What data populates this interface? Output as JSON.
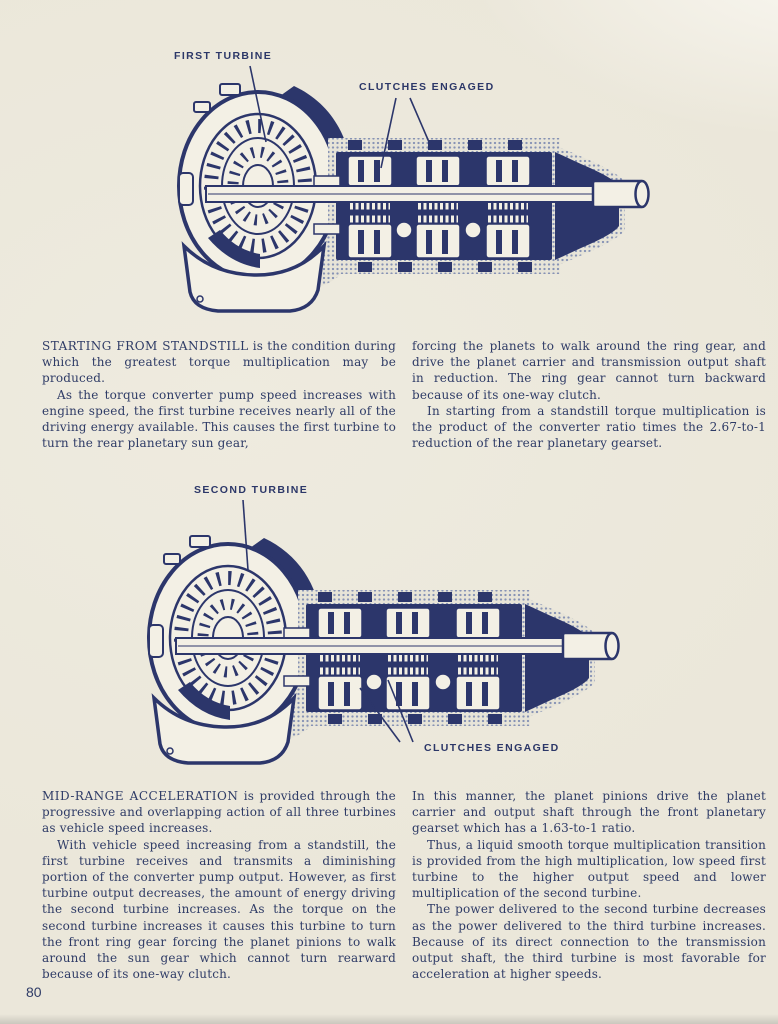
{
  "page": {
    "number": "80"
  },
  "colors": {
    "ink": "#2c366b",
    "paper": "#ebe7da",
    "halftone": "#8793b5"
  },
  "figures": [
    {
      "turbine_label": "FIRST TURBINE",
      "clutches_label": "CLUTCHES ENGAGED"
    },
    {
      "turbine_label": "SECOND TURBINE",
      "clutches_label": "CLUTCHES ENGAGED"
    }
  ],
  "sections": [
    {
      "left": {
        "p1_lead": "STARTING FROM STANDSTILL",
        "p1_rest": " is the condition during which the greatest torque multiplication may be produced.",
        "p2": "As the torque converter pump speed increases with engine speed, the first turbine receives nearly all of the driving energy available. This causes the first turbine to turn the rear planetary sun gear,"
      },
      "right": {
        "p1": "forcing the planets to walk around the ring gear, and drive the planet carrier and transmission output shaft in reduction. The ring gear cannot turn backward because of its one-way clutch.",
        "p2": "In starting from a standstill torque multiplication is the product of the converter ratio times the 2.67-to-1 reduction of the rear planetary gearset."
      }
    },
    {
      "left": {
        "p1_lead": "MID-RANGE ACCELERATION",
        "p1_rest": " is provided through the progressive and overlapping action of all three turbines as vehicle speed increases.",
        "p2": "With vehicle speed increasing from a standstill, the first turbine receives and transmits a diminishing portion of the converter pump output. However, as first turbine output decreases, the amount of energy driving the second turbine increases. As the torque on the second turbine increases it causes this turbine to turn the front ring gear forcing the planet pinions to walk around the sun gear which cannot turn rearward because of its one-way clutch."
      },
      "right": {
        "p1": "In this manner, the planet pinions drive the planet carrier and output shaft through the front planetary gearset which has a 1.63-to-1 ratio.",
        "p2": "Thus, a liquid smooth torque multiplication transition is provided from the high multiplication, low speed first turbine to the higher output speed and lower multiplication of the second turbine.",
        "p3": "The power delivered to the second turbine decreases as the power delivered to the third turbine increases. Because of its direct connection to the transmission output shaft, the third turbine is most favorable for acceleration at higher speeds."
      }
    }
  ]
}
